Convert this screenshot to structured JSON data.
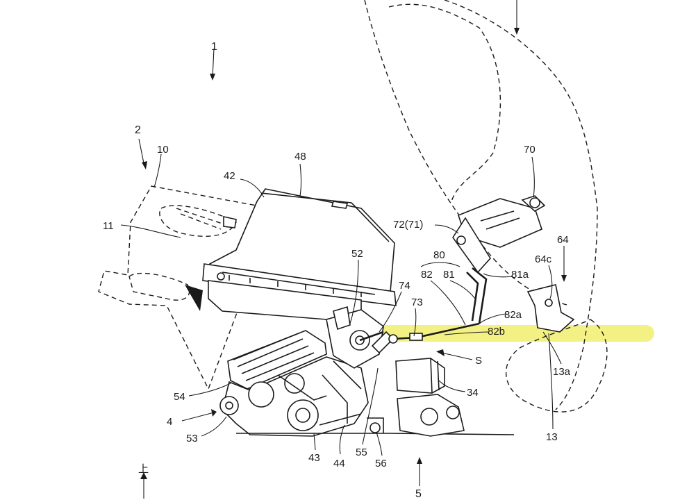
{
  "colors": {
    "ink": "#1a1a1a",
    "highlight": "#f2ef6e",
    "paper": "#ffffff"
  },
  "labels": {
    "l1": "1",
    "l2": "2",
    "l4": "4",
    "l5": "5",
    "l10": "10",
    "l11": "11",
    "l13": "13",
    "l13a": "13a",
    "l34": "34",
    "l42": "42",
    "l43": "43",
    "l44": "44",
    "l48": "48",
    "l52": "52",
    "l53": "53",
    "l54": "54",
    "l55": "55",
    "l56": "56",
    "l64": "64",
    "l64c": "64c",
    "l70": "70",
    "l72": "72(71)",
    "l73": "73",
    "l74": "74",
    "l80": "80",
    "l81": "81",
    "l81a": "81a",
    "l82": "82",
    "l82a": "82a",
    "l82b": "82b",
    "lS": "S",
    "up": "上"
  }
}
